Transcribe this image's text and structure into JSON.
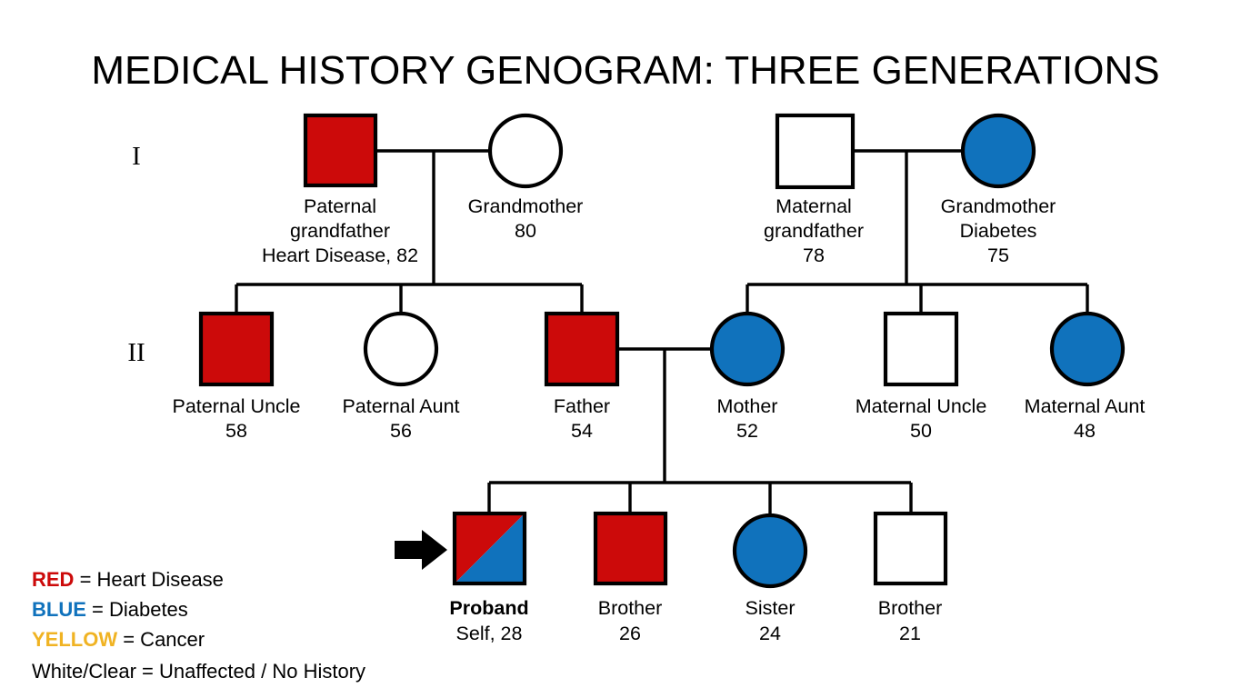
{
  "title": "MEDICAL HISTORY GENOGRAM: THREE GENERATIONS",
  "colors": {
    "red": "#CC0A0A",
    "blue": "#1072BC",
    "yellow": "#F0B323",
    "white": "#FFFFFF",
    "outline": "#000000"
  },
  "generations": [
    {
      "label": "I"
    },
    {
      "label": "II"
    }
  ],
  "people": {
    "paternal_grandfather": {
      "shape": "square",
      "fill": "red",
      "lines": [
        "Paternal",
        "grandfather",
        "Heart Disease, 82"
      ]
    },
    "paternal_grandmother": {
      "shape": "circle",
      "fill": "white",
      "lines": [
        "Grandmother",
        "80"
      ]
    },
    "maternal_grandfather": {
      "shape": "square",
      "fill": "white",
      "lines": [
        "Maternal",
        "grandfather",
        "78"
      ]
    },
    "maternal_grandmother": {
      "shape": "circle",
      "fill": "blue",
      "lines": [
        "Grandmother",
        "Diabetes",
        "75"
      ]
    },
    "paternal_uncle": {
      "shape": "square",
      "fill": "red",
      "lines": [
        "Paternal Uncle",
        "58"
      ]
    },
    "paternal_aunt": {
      "shape": "circle",
      "fill": "white",
      "lines": [
        "Paternal Aunt",
        "56"
      ]
    },
    "father": {
      "shape": "square",
      "fill": "red",
      "lines": [
        "Father",
        "54"
      ]
    },
    "mother": {
      "shape": "circle",
      "fill": "blue",
      "lines": [
        "Mother",
        "52"
      ]
    },
    "maternal_uncle": {
      "shape": "square",
      "fill": "white",
      "lines": [
        "Maternal Uncle",
        "50"
      ]
    },
    "maternal_aunt": {
      "shape": "circle",
      "fill": "blue",
      "lines": [
        "Maternal Aunt",
        "48"
      ]
    },
    "proband": {
      "shape": "square",
      "fill": "red-blue-diagonal",
      "lines": [
        "Proband",
        "Self, 28"
      ],
      "bold_first_line": true,
      "marker": "proband-arrow"
    },
    "brother_26": {
      "shape": "square",
      "fill": "red",
      "lines": [
        "Brother",
        "26"
      ]
    },
    "sister_24": {
      "shape": "circle",
      "fill": "blue",
      "lines": [
        "Sister",
        "24"
      ]
    },
    "brother_21": {
      "shape": "square",
      "fill": "white",
      "lines": [
        "Brother",
        "21"
      ]
    }
  },
  "legend": [
    {
      "key": "RED",
      "key_color": "#CC0A0A",
      "rest": " = Heart Disease"
    },
    {
      "key": "BLUE",
      "key_color": "#1072BC",
      "rest": " = Diabetes"
    },
    {
      "key": "YELLOW",
      "key_color": "#F0B323",
      "rest": " = Cancer"
    },
    {
      "key": "White/Clear",
      "key_color": "#000000",
      "rest": " = Unaffected / No History",
      "key_plain": true
    }
  ]
}
